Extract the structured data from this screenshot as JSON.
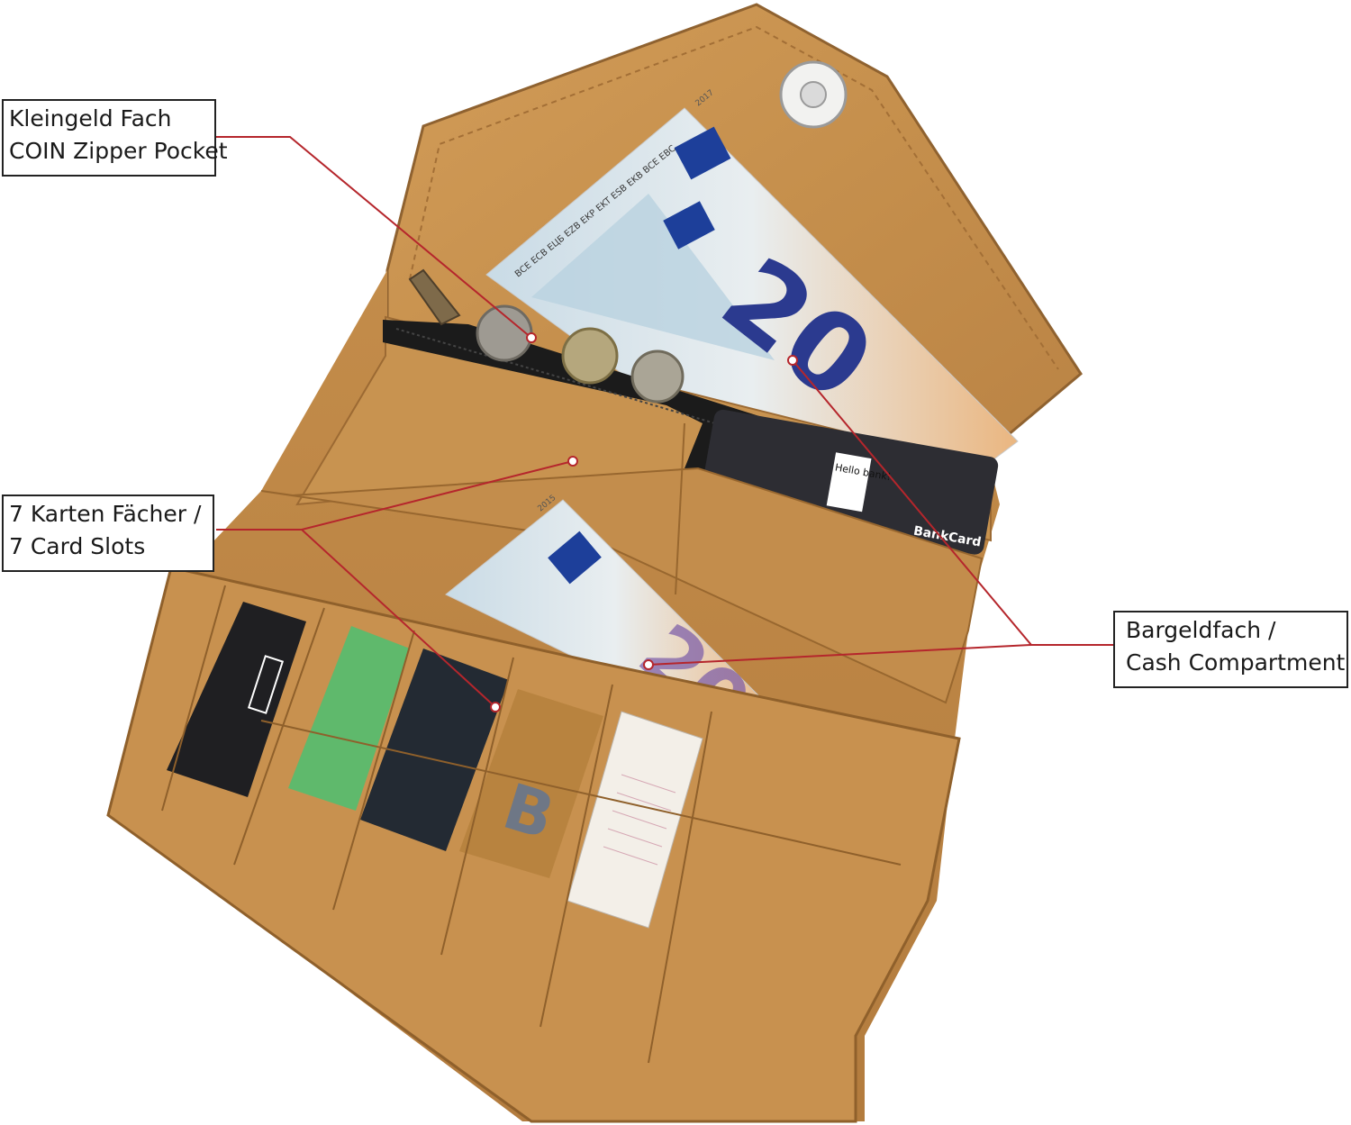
{
  "annotations": {
    "coin_pocket": {
      "line1": "Kleingeld Fach",
      "line2": "COIN Zipper Pocket"
    },
    "card_slots": {
      "line1": "7 Karten Fächer /",
      "line2": "7 Card Slots"
    },
    "cash_compartment": {
      "line1": "Bargeldfach /",
      "line2": "Cash Compartment"
    }
  },
  "banknotes": {
    "denomination": "20",
    "serial_text": "BCE ECB ЕЦБ EZB EKP EKT ESB EKB BCE EBC",
    "year_a": "2017",
    "year_b": "2015"
  },
  "bank_card": {
    "brand": "BankCard",
    "sticker": "Hello bank!"
  },
  "colors": {
    "leather": "#c9934f",
    "leather_dark": "#a5743a",
    "leader_line": "#b5262c",
    "zipper": "#1b1b1b",
    "note_blue": "#a9c6d9",
    "note_orange": "#e8b27a"
  }
}
